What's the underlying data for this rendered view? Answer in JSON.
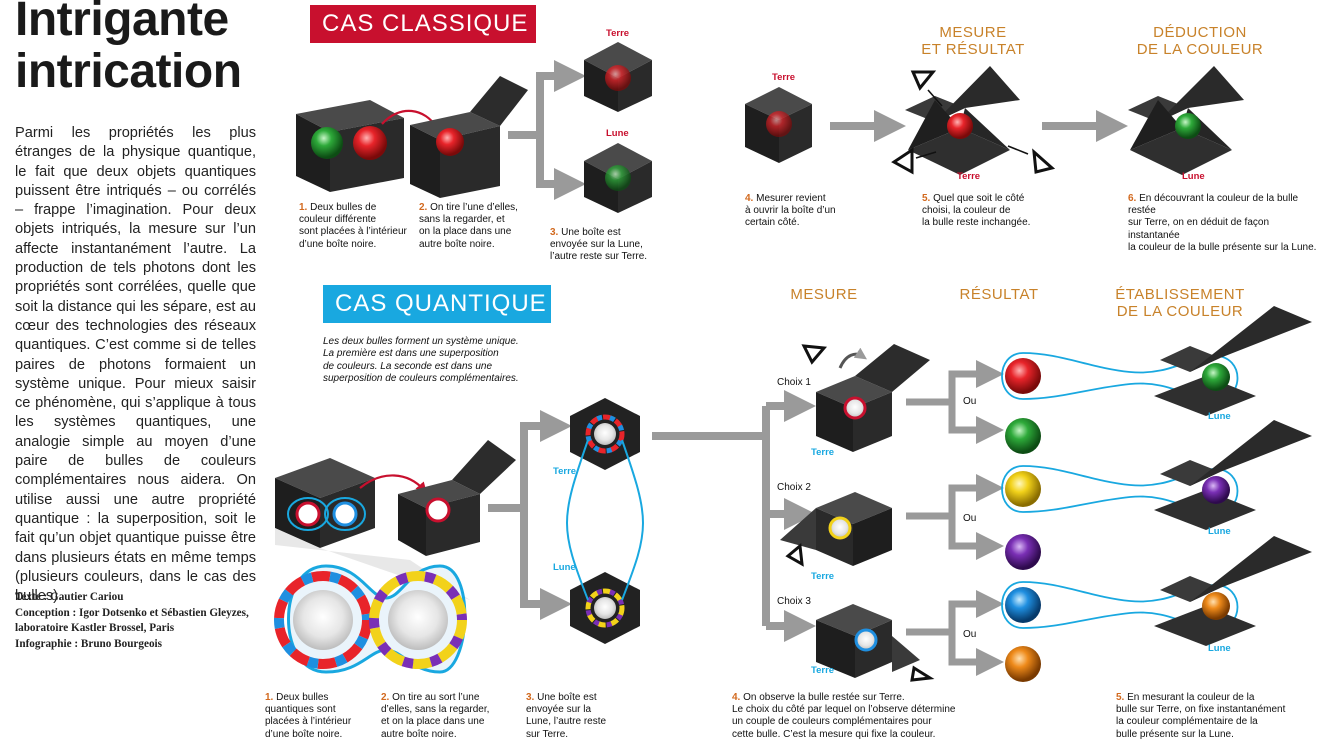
{
  "headline": {
    "line1": "Intrigante",
    "line2": "intrication"
  },
  "intro": "Parmi les propriétés les plus étranges de la physique quantique, le fait que deux objets quantiques puissent être intriqués – ou corrélés – frappe l’imagination. Pour deux objets intriqués, la mesure sur l’un affecte instantanément l’autre. La production de tels photons dont les propriétés sont corrélées, quelle que soit la distance qui les sépare, est au cœur des technologies des réseaux quantiques. C’est comme si de telles paires de photons formaient un système unique. Pour mieux saisir ce phénomène, qui s’applique à tous les systèmes quantiques, une analogie simple au moyen d’une paire de bulles de couleurs complémentaires nous aidera. On utilise aussi une autre propriété quantique : la superposition, soit le fait qu’un objet quantique puisse être dans plusieurs états en même temps (plusieurs couleurs, dans le cas des bulles).",
  "credits": {
    "text": "Texte : Gautier Cariou",
    "concept1": "Conception : Igor Dotsenko et Sébastien Gleyzes,",
    "concept2": "laboratoire Kastler Brossel, Paris",
    "infographie": "Infographie : Bruno Bourgeois"
  },
  "classic": {
    "tag": "CAS CLASSIQUE",
    "head_measure": [
      "MESURE",
      "ET RÉSULTAT"
    ],
    "head_deduction": [
      "DÉDUCTION",
      "DE LA COULEUR"
    ],
    "label_terre": "Terre",
    "label_lune": "Lune",
    "captions": [
      {
        "n": "1.",
        "lines": [
          "Deux bulles de",
          "couleur différente",
          "sont placées à l’intérieur",
          "d’une boîte noire."
        ]
      },
      {
        "n": "2.",
        "lines": [
          "On tire l’une d’elles,",
          "sans la regarder, et",
          "on la place dans une",
          "autre boîte noire."
        ]
      },
      {
        "n": "3.",
        "lines": [
          "Une boîte est",
          "envoyée sur la Lune,",
          "l’autre reste sur Terre."
        ]
      },
      {
        "n": "4.",
        "lines": [
          "Mesurer revient",
          "à ouvrir la boîte d’un",
          "certain côté."
        ]
      },
      {
        "n": "5.",
        "lines": [
          "Quel que soit le côté",
          "choisi, la couleur de",
          "la bulle reste inchangée."
        ]
      },
      {
        "n": "6.",
        "lines": [
          "En découvrant la couleur de la bulle restée",
          "sur Terre, on en déduit de façon instantanée",
          "la couleur de la bulle présente sur la Lune."
        ]
      }
    ]
  },
  "quantum": {
    "tag": "CAS QUANTIQUE",
    "description": [
      "Les deux bulles forment un système unique.",
      "La première est dans une superposition",
      "de couleurs. La seconde est dans une",
      "superposition de couleurs complémentaires."
    ],
    "head_measure": "MESURE",
    "head_result": "RÉSULTAT",
    "head_establish": [
      "ÉTABLISSEMENT",
      "DE LA COULEUR"
    ],
    "choices": [
      "Choix 1",
      "Choix 2",
      "Choix 3"
    ],
    "ou": "Ou",
    "label_terre": "Terre",
    "label_lune": "Lune",
    "captions": [
      {
        "n": "1.",
        "lines": [
          "Deux bulles",
          "quantiques sont",
          "placées à l’intérieur",
          "d’une boîte noire."
        ]
      },
      {
        "n": "2.",
        "lines": [
          "On tire au sort l’une",
          "d’elles, sans la regarder,",
          "et on la place dans une",
          "autre boîte noire."
        ]
      },
      {
        "n": "3.",
        "lines": [
          "Une boîte est",
          "envoyée sur la",
          "Lune, l’autre reste",
          "sur Terre."
        ]
      },
      {
        "n": "4.",
        "lines": [
          "On observe la bulle restée sur Terre.",
          "Le choix du côté par lequel on l’observe détermine",
          "un couple de couleurs complémentaires pour",
          "cette bulle. C’est la mesure qui fixe la couleur."
        ]
      },
      {
        "n": "5.",
        "lines": [
          "En mesurant la couleur de la",
          "bulle sur Terre, on fixe instantanément",
          "la couleur complémentaire de la",
          "bulle présente sur la Lune."
        ]
      }
    ]
  },
  "colors": {
    "red": "#c8102e",
    "blue": "#19a8e0",
    "orange": "#c8822a",
    "box": "#2b2b2b",
    "arrow": "#9a9a9a"
  }
}
